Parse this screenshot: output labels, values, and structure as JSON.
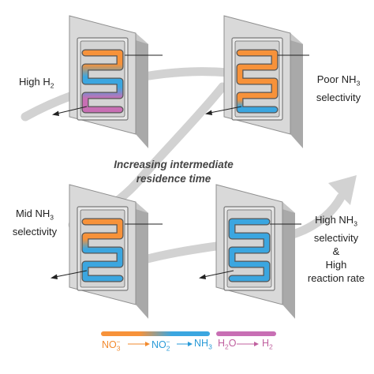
{
  "labels": {
    "top_left": "High H",
    "top_left_sub": "2",
    "top_right_1": "Poor NH",
    "top_right_1_sub": "3",
    "top_right_2": "selectivity",
    "mid_line_1": "Increasing intermediate",
    "mid_line_2": "residence time",
    "bottom_left_1": "Mid NH",
    "bottom_left_1_sub": "3",
    "bottom_left_2": "selectivity",
    "bottom_right_1": "High NH",
    "bottom_right_1_sub": "3",
    "bottom_right_2": "selectivity",
    "bottom_right_3": "&",
    "bottom_right_4": "High",
    "bottom_right_5": "reaction rate"
  },
  "legend": {
    "no3": "NO",
    "no3_sub": "3",
    "no3_sup": "−",
    "no2": "NO",
    "no2_sub": "2",
    "no2_sup": "−",
    "nh3": "NH",
    "nh3_sub": "3",
    "h2o": "H",
    "h2o_sub": "2",
    "h2o_tail": "O",
    "h2": "H",
    "h2_sub": "2"
  },
  "colors": {
    "orange": "#f7923a",
    "blue": "#3ba6e0",
    "pink": "#c86fb4",
    "gray_arrow": "#cfcfcf",
    "plate": "#d9d9d9",
    "legend_orange_text": "#f28a2e",
    "legend_blue_text": "#2a9bd8",
    "legend_pink_text": "#c0609f"
  }
}
